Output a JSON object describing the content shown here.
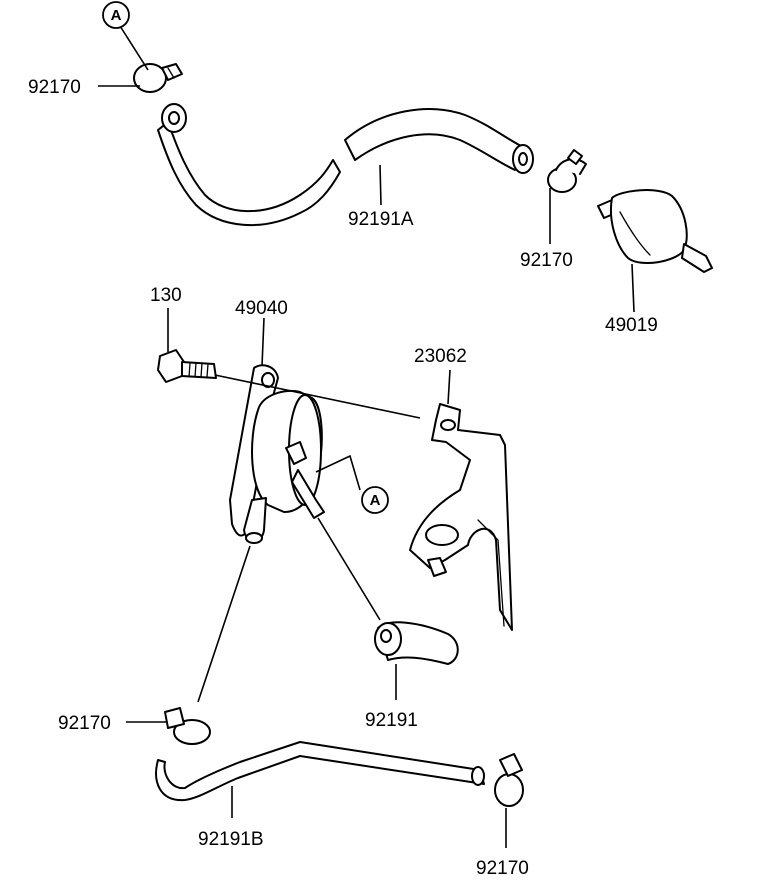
{
  "labels": {
    "clamp_top_left": "92170",
    "hose_a": "92191A",
    "clamp_top_right": "92170",
    "filter": "49019",
    "bolt": "130",
    "pump": "49040",
    "bracket": "23062",
    "hose": "92191",
    "clamp_bottom_left": "92170",
    "hose_b": "92191B",
    "clamp_bottom_right": "92170"
  },
  "ref_marks": {
    "top": "A",
    "middle": "A"
  }
}
